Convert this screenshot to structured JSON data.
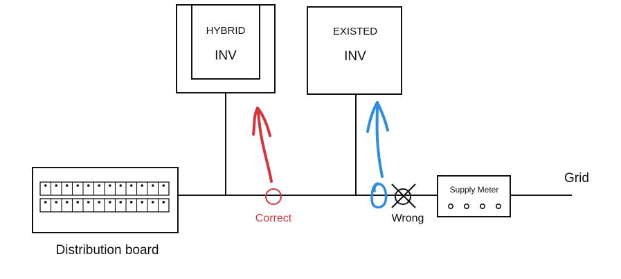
{
  "hybrid_inverter": {
    "line1": "HYBRID",
    "line2": "INV"
  },
  "existed_inverter": {
    "line1": "EXISTED",
    "line2": "INV"
  },
  "supply_meter": {
    "label": "Supply Meter"
  },
  "grid": {
    "label": "Grid"
  },
  "distribution_board": {
    "label": "Distribution board"
  },
  "correct_point": {
    "label": "Correct",
    "color": "#d9343a"
  },
  "wrong_point": {
    "label": "Wrong",
    "color": "#2b8de3"
  },
  "colors": {
    "line": "#111111",
    "background": "#ffffff"
  }
}
